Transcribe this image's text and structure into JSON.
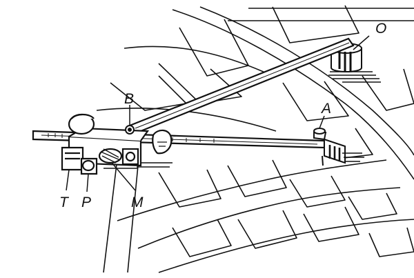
{
  "labels": {
    "O": "O",
    "B": "B",
    "A": "A",
    "T": "T",
    "P": "P",
    "M": "M"
  },
  "colors": {
    "ink": "#111111",
    "paper": "#ffffff"
  }
}
